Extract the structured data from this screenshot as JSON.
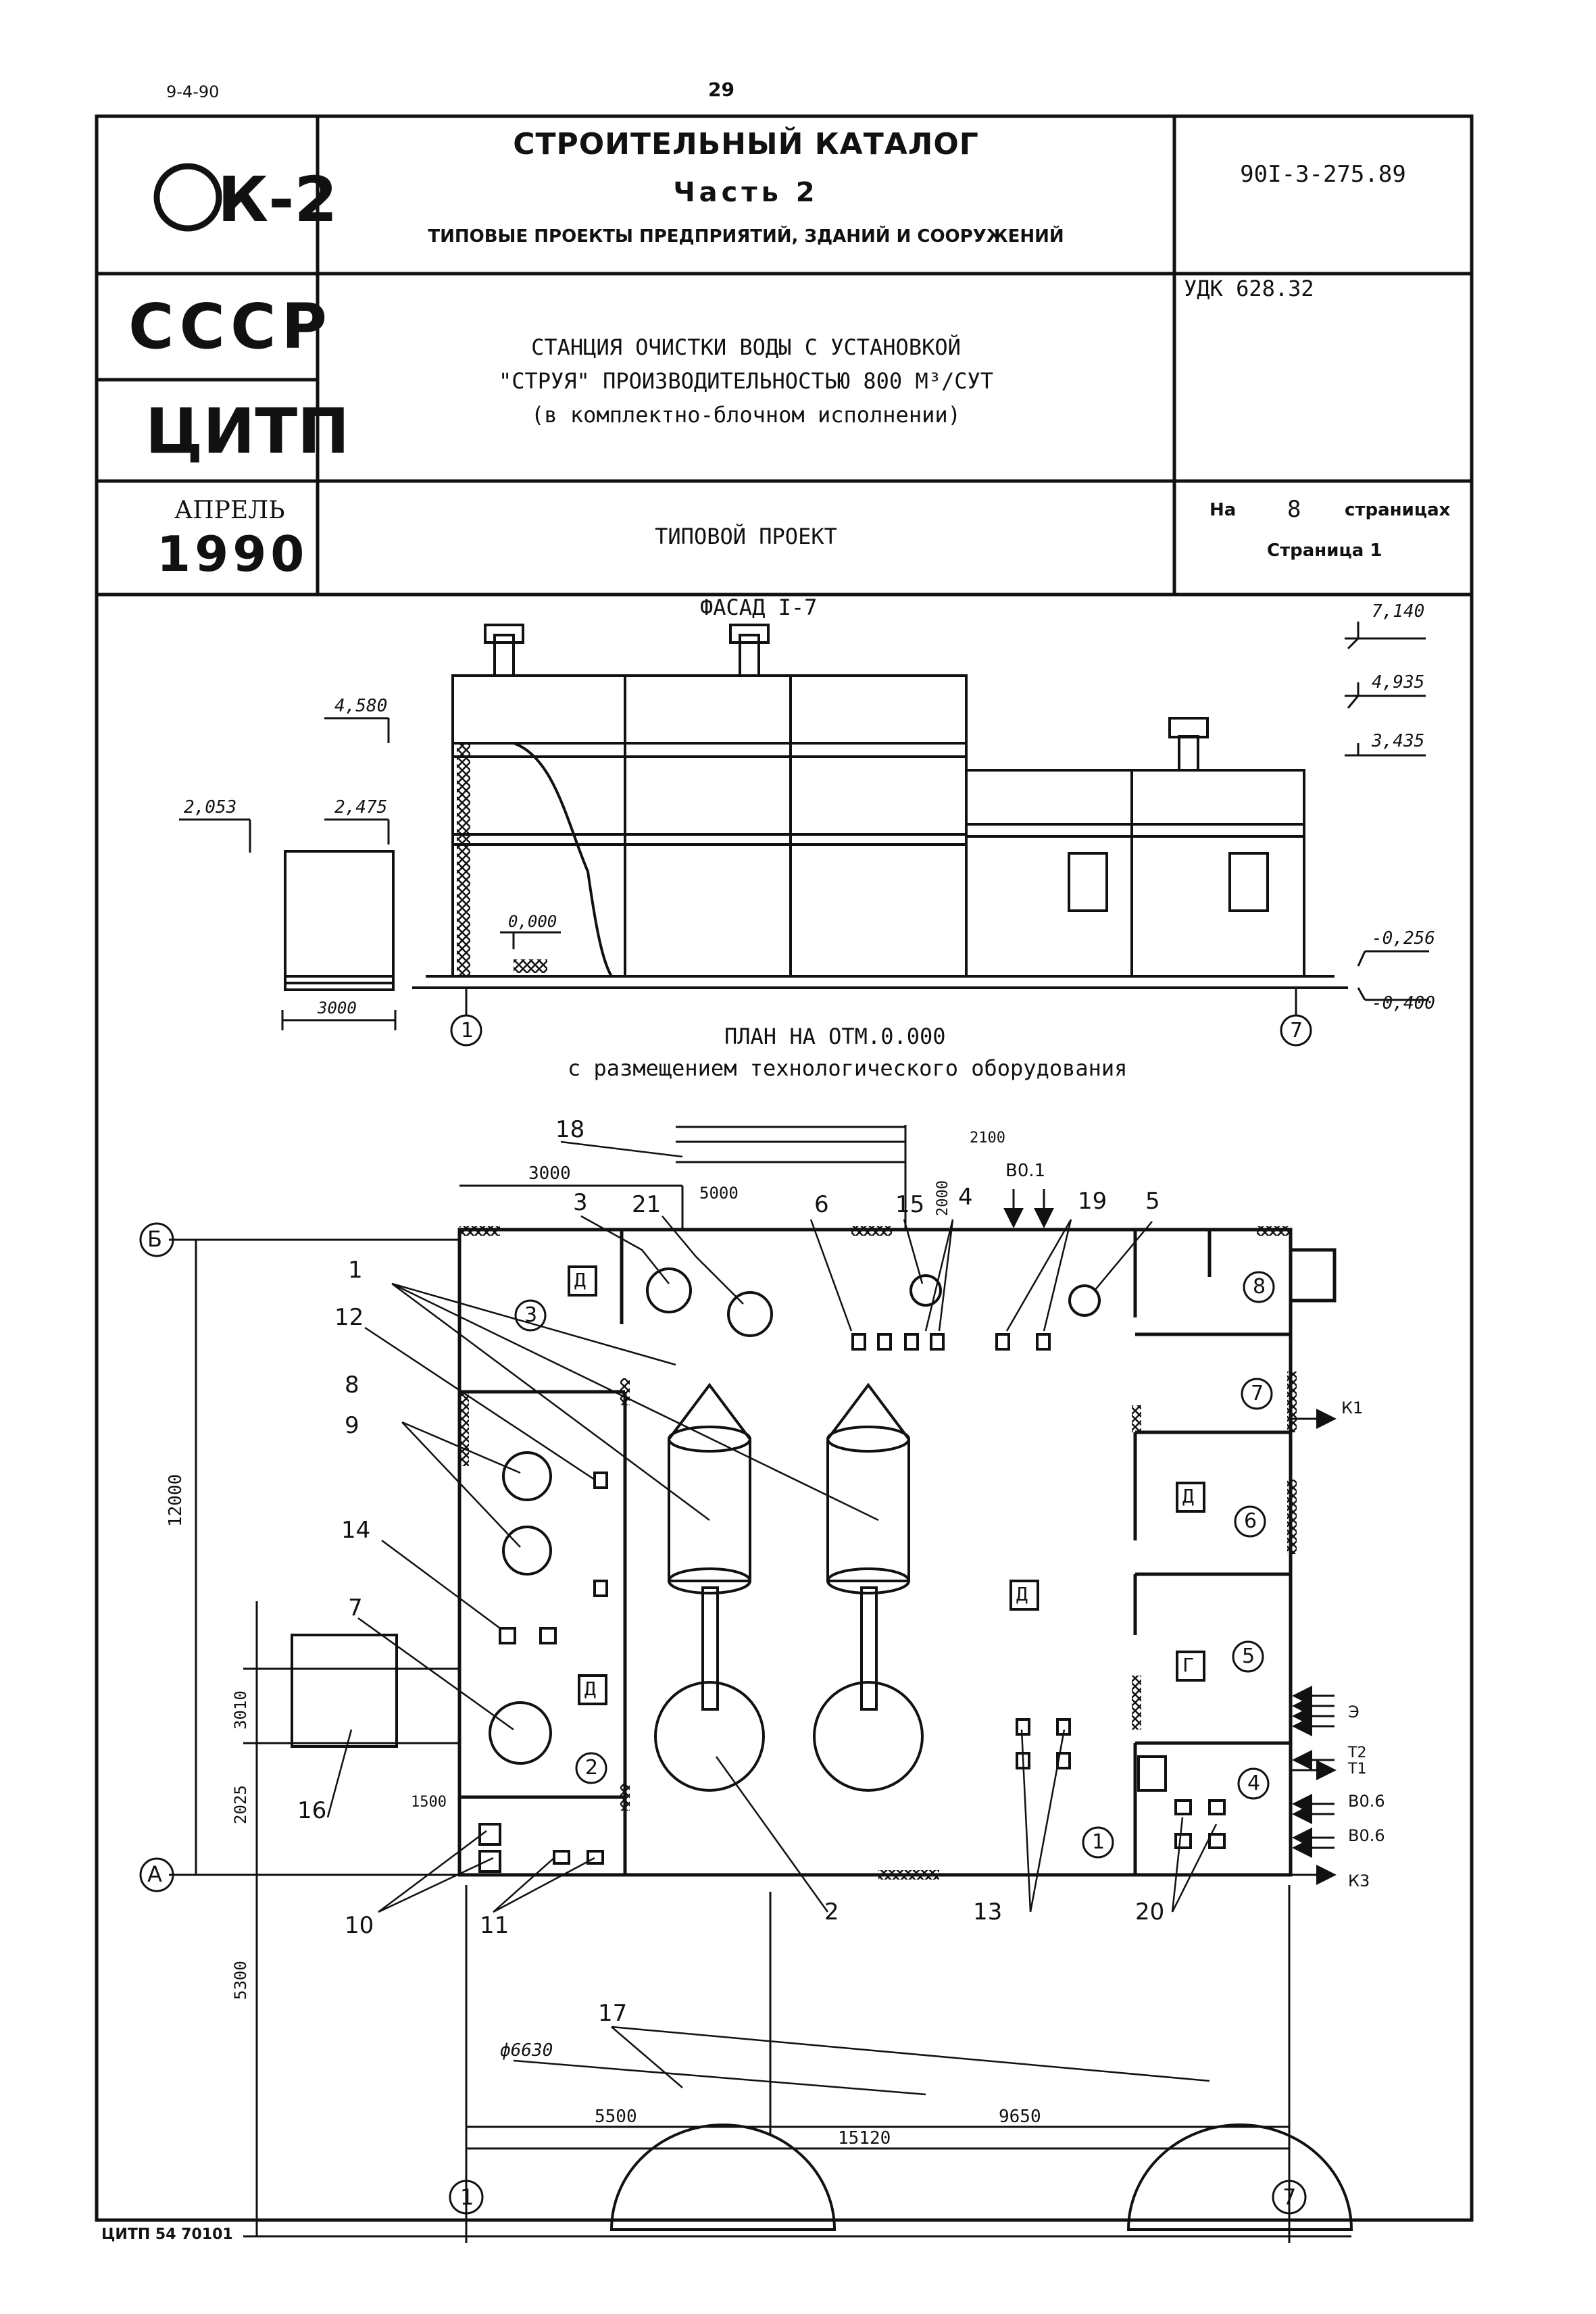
{
  "page": {
    "date_code": "9-4-90",
    "page_number": "29",
    "footer_code": "ЦИТП 54 70101"
  },
  "header": {
    "logo_text": "К-2",
    "country": "СССР",
    "org": "ЦИТП",
    "month": "АПРЕЛЬ",
    "year": "1990",
    "catalog_title": "СТРОИТЕЛЬНЫЙ КАТАЛОГ",
    "catalog_part": "Часть 2",
    "catalog_subtitle": "ТИПОВЫЕ ПРОЕКТЫ ПРЕДПРИЯТИЙ, ЗДАНИЙ И СООРУЖЕНИЙ",
    "project_code": "90I-3-275.89",
    "udk": "УДК 628.32",
    "project_line1": "СТАНЦИЯ ОЧИСТКИ ВОДЫ С УСТАНОВКОЙ",
    "project_line2": "\"СТРУЯ\" ПРОИЗВОДИТЕЛЬНОСТЬЮ 800 М³/СУТ",
    "project_line3": "(в комплектно-блочном исполнении)",
    "project_type": "ТИПОВОЙ ПРОЕКТ",
    "pages_prefix": "На",
    "pages_count": "8",
    "pages_suffix": "страницах",
    "page_label": "Страница 1"
  },
  "facade": {
    "title": "ФАСАД I-7",
    "marks": [
      "7,140",
      "4,935",
      "3,435",
      "4,580",
      "2,475",
      "2,053",
      "0,000",
      "-0,256",
      "-0,400"
    ],
    "dim_3000": "3000",
    "axis_left": "1",
    "axis_right": "7"
  },
  "plan": {
    "title1": "ПЛАН НА ОТМ.0.000",
    "title2": "с размещением технологического оборудования",
    "axis_b": "Б",
    "axis_a": "А",
    "axis_1": "1",
    "axis_7": "7",
    "dims": {
      "d12000": "12000",
      "d3010": "3010",
      "d2025": "2025",
      "d5300": "5300",
      "d1500": "1500",
      "d3000": "3000",
      "d5000": "5000",
      "d2100": "2100",
      "d2000": "2000",
      "d5500": "5500",
      "d9650": "9650",
      "d15120": "15120",
      "phi": "ф6630"
    },
    "callouts": [
      "18",
      "3",
      "21",
      "6",
      "15",
      "4",
      "19",
      "5",
      "1",
      "12",
      "8",
      "9",
      "14",
      "7",
      "16",
      "10",
      "11",
      "17",
      "2",
      "13",
      "20"
    ],
    "rooms": [
      "1",
      "2",
      "3",
      "4",
      "5",
      "6",
      "7",
      "8"
    ],
    "room_letters": {
      "d": "Д",
      "g": "Г"
    },
    "pipes_top": "В0.1",
    "pipes_right": [
      "К1",
      "Э",
      "Т2",
      "Т1",
      "В0.6",
      "В0.6",
      "К3"
    ]
  }
}
